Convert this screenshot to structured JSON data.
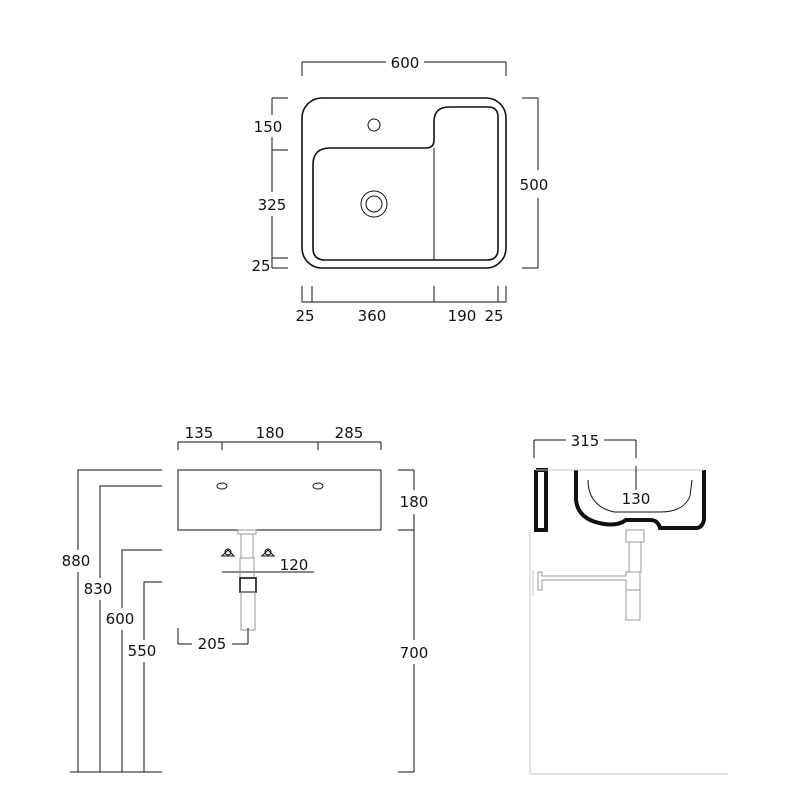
{
  "top_view": {
    "width_600": "600",
    "depth_500": "500",
    "rear_150": "150",
    "bowl_325": "325",
    "front_25": "25",
    "left_25": "25",
    "bowl_360": "360",
    "shelf_190": "190",
    "right_25": "25"
  },
  "front_view": {
    "left_135": "135",
    "mid_180": "180",
    "right_285": "285",
    "basin_height_180": "180",
    "trap_120": "120",
    "waste_205": "205",
    "h_880": "880",
    "h_830": "830",
    "h_600": "600",
    "h_550": "550",
    "h_700": "700"
  },
  "side_view": {
    "projection_315": "315",
    "bowl_depth_130": "130"
  }
}
